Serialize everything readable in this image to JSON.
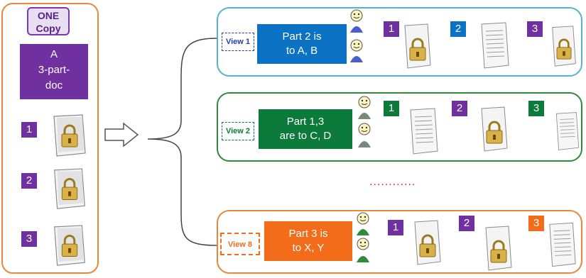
{
  "left_panel": {
    "one_copy_label": "ONE\nCopy",
    "doc_label": "A\n3-part-\ndoc",
    "parts": [
      {
        "number": "1",
        "lock": true
      },
      {
        "number": "2",
        "lock": true
      },
      {
        "number": "3",
        "lock": true
      }
    ]
  },
  "views": [
    {
      "tag": "View 1",
      "label": "Part 2 is\nto A, B",
      "color": "#0b72c4",
      "parts": [
        {
          "number": "1",
          "lock": true,
          "color": "#7030a0"
        },
        {
          "number": "2",
          "lock": false,
          "color": "#0b72c4"
        },
        {
          "number": "3",
          "lock": true,
          "color": "#7030a0"
        }
      ]
    },
    {
      "tag": "View 2",
      "label": "Part 1,3\nare to C, D",
      "color": "#0b7a3a",
      "parts": [
        {
          "number": "1",
          "lock": false,
          "color": "#0b7a3a"
        },
        {
          "number": "2",
          "lock": true,
          "color": "#7030a0"
        },
        {
          "number": "3",
          "lock": false,
          "color": "#0b7a3a"
        }
      ]
    },
    {
      "tag": "View 8",
      "label": "Part 3 is\nto X, Y",
      "color": "#f26c1a",
      "parts": [
        {
          "number": "1",
          "lock": true,
          "color": "#7030a0"
        },
        {
          "number": "2",
          "lock": true,
          "color": "#7030a0"
        },
        {
          "number": "3",
          "lock": false,
          "color": "#f26c1a"
        }
      ]
    }
  ],
  "ellipsis": "............"
}
